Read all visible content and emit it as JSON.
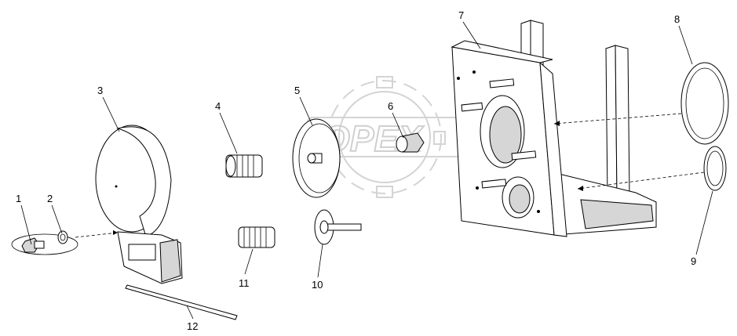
{
  "diagram": {
    "watermark_text": "OPEX",
    "callouts": [
      {
        "id": "1",
        "text": "1"
      },
      {
        "id": "2",
        "text": "2"
      },
      {
        "id": "3",
        "text": "3"
      },
      {
        "id": "4",
        "text": "4"
      },
      {
        "id": "5",
        "text": "5"
      },
      {
        "id": "6",
        "text": "6"
      },
      {
        "id": "7",
        "text": "7"
      },
      {
        "id": "8",
        "text": "8"
      },
      {
        "id": "9",
        "text": "9"
      },
      {
        "id": "10",
        "text": "10"
      },
      {
        "id": "11",
        "text": "11"
      },
      {
        "id": "12",
        "text": "12"
      }
    ]
  }
}
